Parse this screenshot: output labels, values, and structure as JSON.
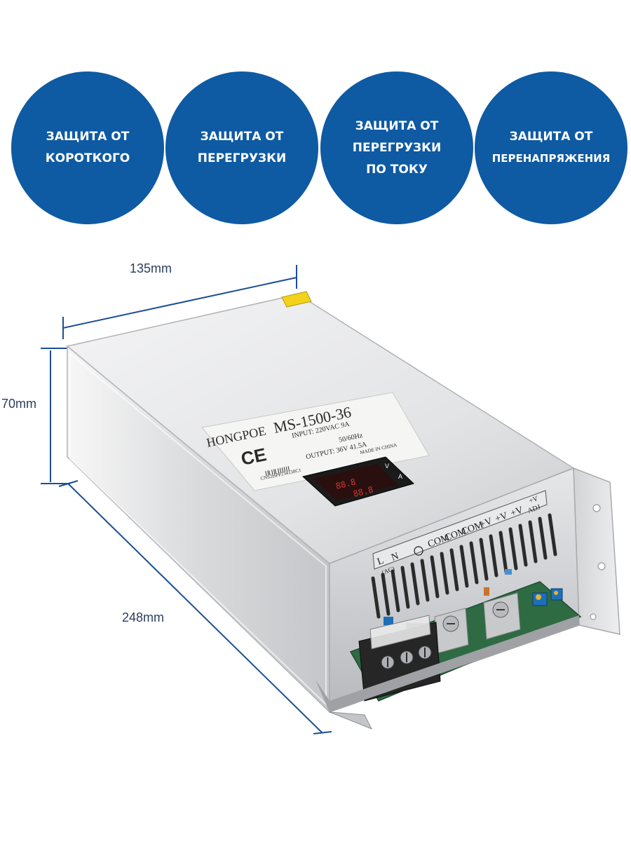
{
  "badges": [
    {
      "lines": [
        "ЗАЩИТА ОТ",
        "КОРОТКОГО"
      ]
    },
    {
      "lines": [
        "ЗАЩИТА ОТ",
        "ПЕРЕГРУЗКИ"
      ]
    },
    {
      "lines": [
        "ЗАЩИТА ОТ",
        "ПЕРЕГРУЗКИ",
        "ПО ТОКУ"
      ]
    },
    {
      "lines": [
        "ЗАЩИТА ОТ",
        "ПЕРЕНАПРЯЖЕНИЯ"
      ]
    }
  ],
  "dimensions": {
    "width": "135mm",
    "height": "70mm",
    "length": "248mm"
  },
  "product": {
    "brand": "HONGPOE",
    "model": "MS-1500-36",
    "input": "INPUT: 220VAC 9A",
    "frequency": "50/60Hz",
    "output": "OUTPUT: 36V 41.5A",
    "origin": "MADE IN CHINA",
    "certification": "CE",
    "serial": "CNS2HPP234158C1",
    "meter_units": [
      "V",
      "A"
    ],
    "terminals": [
      "L",
      "N",
      "(AC)",
      "COM",
      "COM",
      "COM",
      "+V",
      "+V",
      "+V",
      "+V",
      "ADJ"
    ]
  },
  "colors": {
    "badge": "#0e5aa3",
    "dimension_line": "#1c4f94",
    "case": "#dcdddf",
    "pcb": "#2e6b43"
  }
}
